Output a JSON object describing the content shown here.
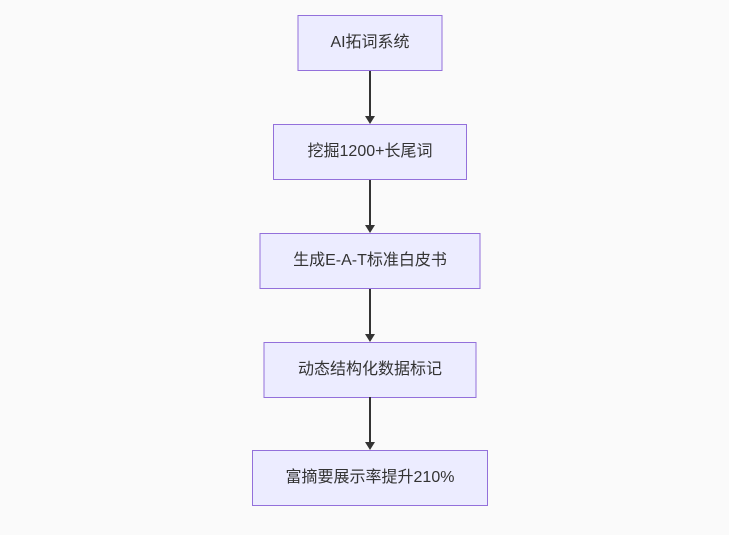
{
  "diagram": {
    "type": "flowchart",
    "direction": "top-down",
    "background_color": "#fafafa",
    "node_fill_color": "#ececff",
    "node_border_color": "#9370db",
    "edge_color": "#333333",
    "text_color": "#333333",
    "nodes": [
      {
        "label": "AI拓词系统"
      },
      {
        "label": "挖掘1200+长尾词"
      },
      {
        "label": "生成E-A-T标准白皮书"
      },
      {
        "label": "动态结构化数据标记"
      },
      {
        "label": "富摘要展示率提升210%"
      }
    ],
    "edges": [
      {
        "from_index": 0,
        "to_index": 1,
        "style": "arrow-down"
      },
      {
        "from_index": 1,
        "to_index": 2,
        "style": "arrow-down"
      },
      {
        "from_index": 2,
        "to_index": 3,
        "style": "arrow-down"
      },
      {
        "from_index": 3,
        "to_index": 4,
        "style": "arrow-down"
      }
    ]
  }
}
